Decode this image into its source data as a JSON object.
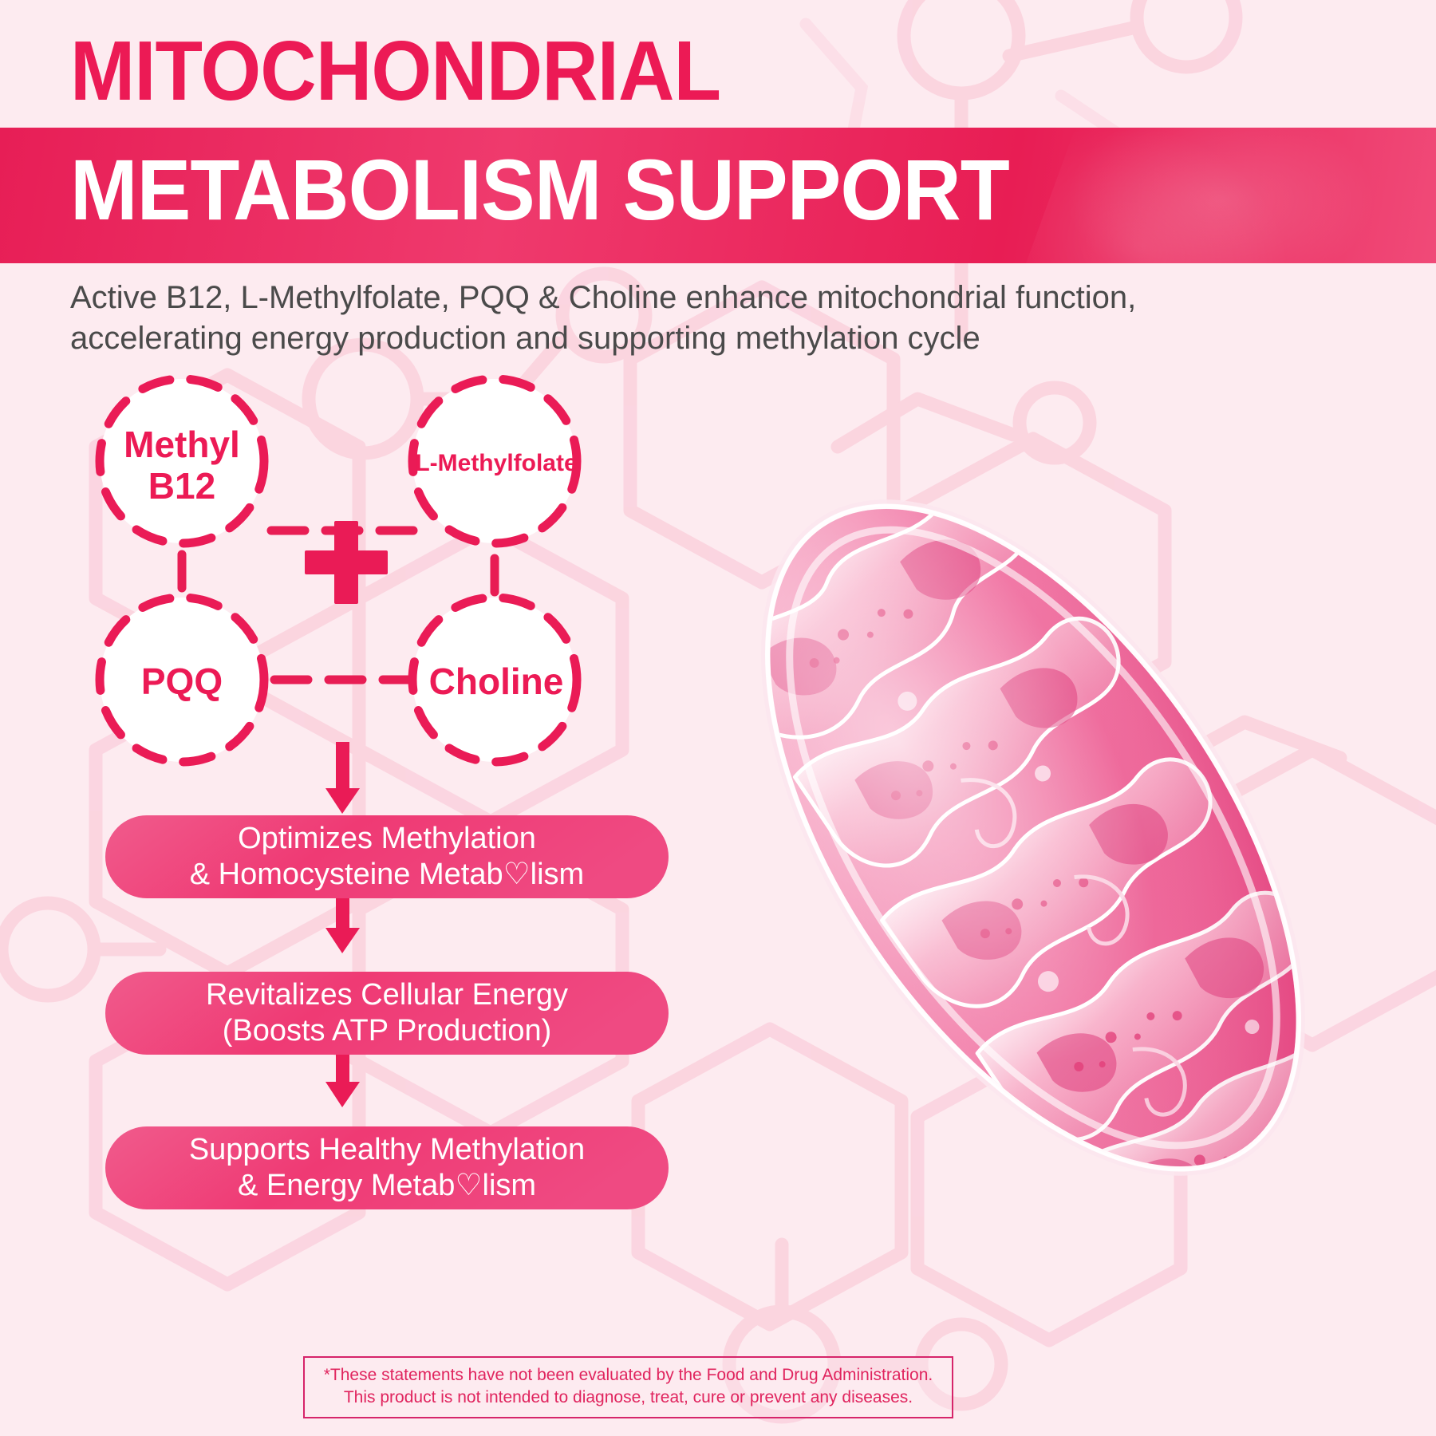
{
  "header": {
    "title_line1": "MITOCHONDRIAL",
    "title_line2": "METABOLISM SUPPORT",
    "subtitle": "Active B12, L-Methylfolate, PQQ & Choline enhance mitochondrial function, accelerating energy production and supporting methylation cycle"
  },
  "colors": {
    "accent_pink": "#ec1a55",
    "band_pink": "#e71e56",
    "pill_pink_light": "#f4568a",
    "pill_pink_dark": "#ec2a6b",
    "background": "#fdebf0",
    "subtitle_gray": "#4a4a4a",
    "disclaimer_pink": "#e0245e"
  },
  "diagram": {
    "plus_symbol": "+",
    "nodes": [
      {
        "id": "methyl-b12",
        "label_line1": "Methyl",
        "label_line2": "B12",
        "font_size": 46
      },
      {
        "id": "l-methylfolate",
        "label_line1": "L-Methylfolate",
        "label_line2": "",
        "font_size": 30
      },
      {
        "id": "pqq",
        "label_line1": "PQQ",
        "label_line2": "",
        "font_size": 46
      },
      {
        "id": "choline",
        "label_line1": "Choline",
        "label_line2": "",
        "font_size": 46
      }
    ],
    "benefits": [
      {
        "id": "benefit-1",
        "line1": "Optimizes Methylation",
        "line2": "& Homocysteine Metab♡lism"
      },
      {
        "id": "benefit-2",
        "line1": "Revitalizes Cellular Energy",
        "line2": "(Boosts ATP Production)"
      },
      {
        "id": "benefit-3",
        "line1": "Supports Healthy Methylation",
        "line2": "& Energy Metab♡lism"
      }
    ]
  },
  "illustration": {
    "name": "mitochondrion-cutaway-illustration"
  },
  "disclaimer": {
    "line1": "*These statements have not been evaluated by the Food and Drug Administration.",
    "line2": "This product is not intended to diagnose, treat, cure or prevent any diseases."
  }
}
